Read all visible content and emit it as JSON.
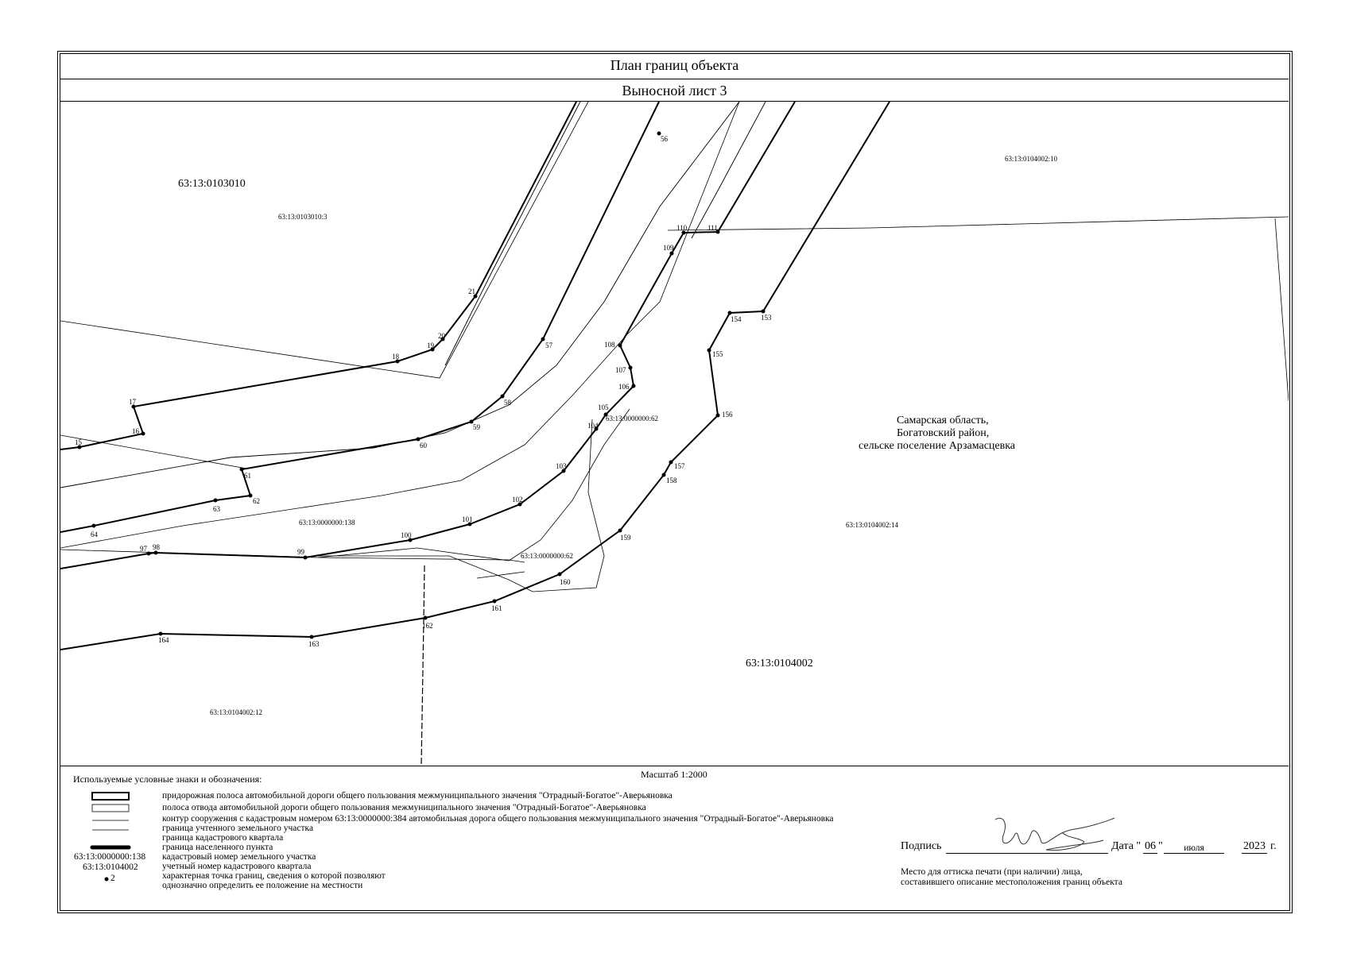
{
  "header": {
    "title": "План границ объекта",
    "subtitle": "Выносной лист 3"
  },
  "map": {
    "quarter_labels": {
      "q_0103010": "63:13:0103010",
      "q_0104002": "63:13:0104002"
    },
    "parcel_labels": {
      "p_0103010_3": "63:13:0103010:3",
      "p_0104002_10": "63:13:0104002:10",
      "p_0104002_14": "63:13:0104002:14",
      "p_0104002_12": "63:13:0104002:12",
      "p_138": "63:13:0000000:138",
      "p_62a": "63:13:0000000:62",
      "p_62b": "63:13:0000000:62"
    },
    "settlement": {
      "line1": "Самарская область,",
      "line2": "Богатовский район,",
      "line3": "сельске поселение Арзамасцевка"
    },
    "points": [
      "15",
      "16",
      "17",
      "18",
      "19",
      "20",
      "21",
      "56",
      "57",
      "58",
      "59",
      "60",
      "61",
      "62",
      "63",
      "64",
      "97",
      "98",
      "99",
      "100",
      "101",
      "102",
      "103",
      "104",
      "105",
      "106",
      "107",
      "108",
      "109",
      "110",
      "111",
      "153",
      "154",
      "155",
      "156",
      "157",
      "158",
      "159",
      "160",
      "161",
      "162",
      "163",
      "164"
    ]
  },
  "legend": {
    "title": "Используемые условные знаки и обозначения:",
    "scale": "Масштаб 1:2000",
    "items": [
      "придорожная полоса автомобильной дороги общего пользования межмуниципального значения \"Отрадный-Богатое\"-Аверьяновка",
      "полоса отвода автомобильной дороги общего пользования межмуниципального значения \"Отрадный-Богатое\"-Аверьяновка",
      "контур сооружения с кадастровым номером 63:13:0000000:384 автомобильная дорога общего пользования межмуниципального значения \"Отрадный-Богатое\"-Аверьяновка",
      "граница учтенного земельного участка",
      "граница кадастрового квартала",
      "граница населенного пункта",
      "кадастровый номер земельного участка",
      "учетный номер кадастрового квартала",
      "характерная точка границ, сведения о которой позволяют",
      "однозначно определить ее положение на местности"
    ],
    "sym_parcel_number": "63:13:0000000:138",
    "sym_quarter_number": "63:13:0104002",
    "sym_point_label": "2"
  },
  "signature": {
    "label": "Подпись",
    "date_label": "Дата \"",
    "day": "06",
    "quote_close": "\"",
    "month": "июля",
    "year": "2023",
    "year_suffix": "г.",
    "stamp_line1": "Место для оттиска печати (при наличии) лица,",
    "stamp_line2": "составившего описание местоположения границ объекта"
  }
}
